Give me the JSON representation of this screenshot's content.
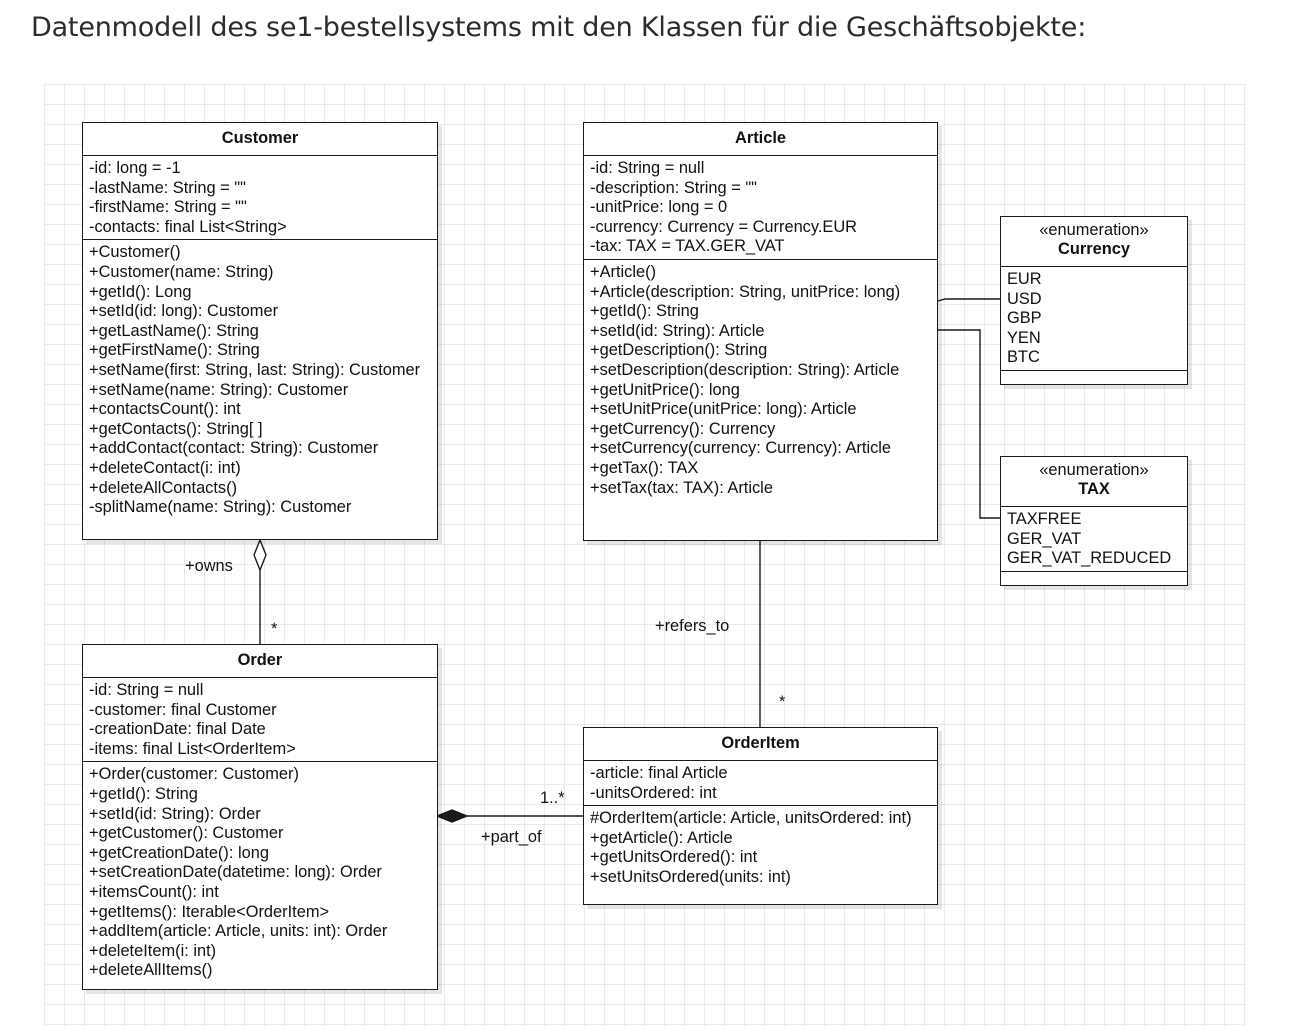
{
  "title": "Datenmodell des se1-bestellsystems mit den Klassen für die Geschäftsobjekte:",
  "diagram": {
    "classes": {
      "customer": {
        "name": "Customer",
        "attributes": [
          "-id: long = -1",
          "-lastName: String = \"\"",
          "-firstName: String = \"\"",
          "-contacts: final List<String>"
        ],
        "methods": [
          "+Customer()",
          "+Customer(name: String)",
          "+getId(): Long",
          "+setId(id: long): Customer",
          "+getLastName(): String",
          "+getFirstName(): String",
          "+setName(first: String, last: String): Customer",
          "+setName(name: String): Customer",
          "+contactsCount(): int",
          "+getContacts(): String[ ]",
          "+addContact(contact: String): Customer",
          "+deleteContact(i: int)",
          "+deleteAllContacts()",
          "-splitName(name: String): Customer"
        ]
      },
      "article": {
        "name": "Article",
        "attributes": [
          "-id: String = null",
          "-description: String = \"\"",
          "-unitPrice: long = 0",
          "-currency: Currency = Currency.EUR",
          "-tax: TAX = TAX.GER_VAT"
        ],
        "methods": [
          "+Article()",
          "+Article(description: String, unitPrice: long)",
          "+getId(): String",
          "+setId(id: String): Article",
          "+getDescription(): String",
          "+setDescription(description: String): Article",
          "+getUnitPrice(): long",
          "+setUnitPrice(unitPrice: long): Article",
          "+getCurrency(): Currency",
          "+setCurrency(currency: Currency): Article",
          "+getTax(): TAX",
          "+setTax(tax: TAX): Article"
        ]
      },
      "order": {
        "name": "Order",
        "attributes": [
          "-id: String = null",
          "-customer: final Customer",
          "-creationDate: final Date",
          "-items: final List<OrderItem>"
        ],
        "methods": [
          "+Order(customer: Customer)",
          "+getId(): String",
          "+setId(id: String): Order",
          "+getCustomer(): Customer",
          "+getCreationDate(): long",
          "+setCreationDate(datetime: long): Order",
          "+itemsCount(): int",
          "+getItems(): Iterable<OrderItem>",
          "+addItem(article: Article, units: int): Order",
          "+deleteItem(i: int)",
          "+deleteAllItems()"
        ]
      },
      "orderitem": {
        "name": "OrderItem",
        "attributes": [
          "-article: final Article",
          "-unitsOrdered: int"
        ],
        "methods": [
          "#OrderItem(article: Article, unitsOrdered: int)",
          "+getArticle(): Article",
          "+getUnitsOrdered(): int",
          "+setUnitsOrdered(units: int)"
        ]
      }
    },
    "enums": {
      "currency": {
        "stereotype": "«enumeration»",
        "name": "Currency",
        "values": [
          "EUR",
          "USD",
          "GBP",
          "YEN",
          "BTC"
        ]
      },
      "tax": {
        "stereotype": "«enumeration»",
        "name": "TAX",
        "values": [
          "TAXFREE",
          "GER_VAT",
          "GER_VAT_REDUCED"
        ]
      }
    },
    "associations": {
      "owns": {
        "label": "+owns",
        "multiplicity": "*"
      },
      "refers_to": {
        "label": "+refers_to",
        "multiplicity": "*"
      },
      "part_of": {
        "label": "+part_of",
        "multiplicity": "1..*"
      }
    },
    "colors": {
      "line": "#1a1a1a",
      "grid": "#eaeaea",
      "background": "#ffffff",
      "title": "#2b2b2b"
    }
  }
}
